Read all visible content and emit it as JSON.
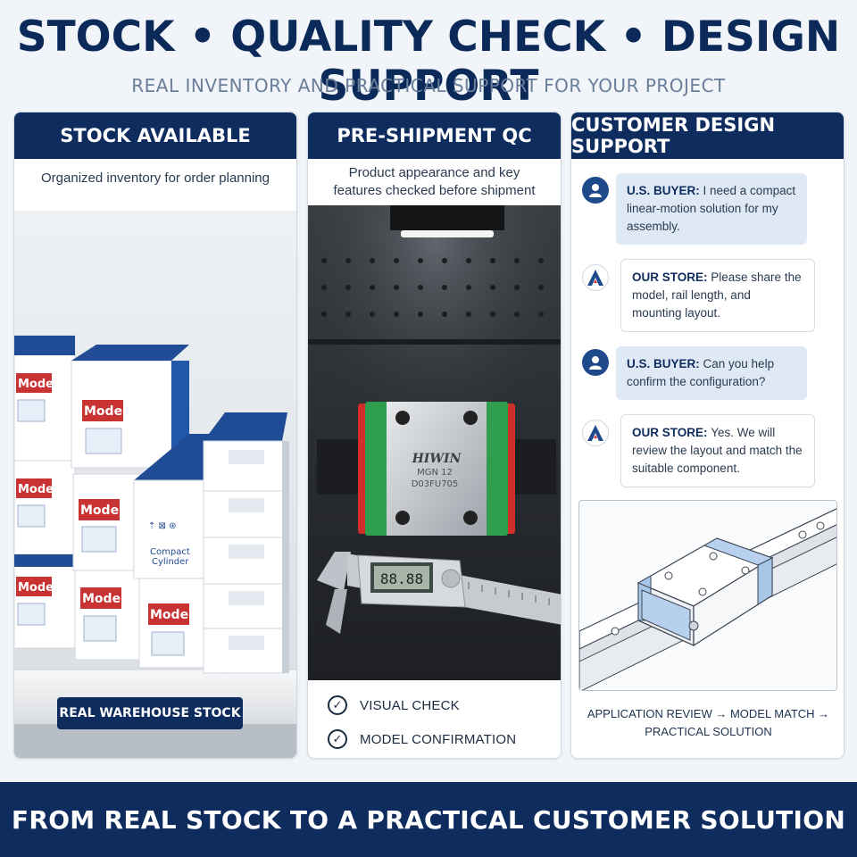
{
  "header": {
    "title": "STOCK • QUALITY CHECK • DESIGN SUPPORT",
    "subtitle": "REAL INVENTORY AND PRACTICAL SUPPORT FOR YOUR PROJECT"
  },
  "panels": {
    "stock": {
      "title": "STOCK AVAILABLE",
      "description": "Organized inventory for order planning",
      "box_label": "Model:",
      "box_text": "Compact Cylinder",
      "button_label": "REAL WAREHOUSE STOCK"
    },
    "qc": {
      "title": "PRE-SHIPMENT QC",
      "description_line1": "Product appearance and key",
      "description_line2": "features checked before shipment",
      "product_brand": "HIWIN",
      "product_model": "MGN 12",
      "product_code": "D03FU705",
      "checks": [
        "VISUAL CHECK",
        "MODEL CONFIRMATION"
      ]
    },
    "design": {
      "title": "CUSTOMER DESIGN SUPPORT",
      "messages": [
        {
          "speaker": "U.S. BUYER:",
          "text": "I need a compact linear-motion solution for my assembly."
        },
        {
          "speaker": "OUR STORE:",
          "text": "Please share the model, rail length, and mounting layout."
        },
        {
          "speaker": "U.S. BUYER:",
          "text": "Can you help confirm the configuration?"
        },
        {
          "speaker": "OUR STORE:",
          "text": "Yes. We will review the layout and match the suitable component."
        }
      ],
      "caption_line1": "APPLICATION REVIEW → MODEL MATCH →",
      "caption_line2": "PRACTICAL SOLUTION"
    }
  },
  "footer": {
    "text": "FROM REAL STOCK TO A PRACTICAL CUSTOMER SOLUTION"
  },
  "colors": {
    "navy": "#0e2c5e",
    "buyer_bubble": "#dfe9f6",
    "rail_green": "#2f9e4f",
    "rail_red": "#d6322e"
  },
  "icons": [
    "user-icon",
    "store-logo-icon",
    "check-circle-icon"
  ]
}
